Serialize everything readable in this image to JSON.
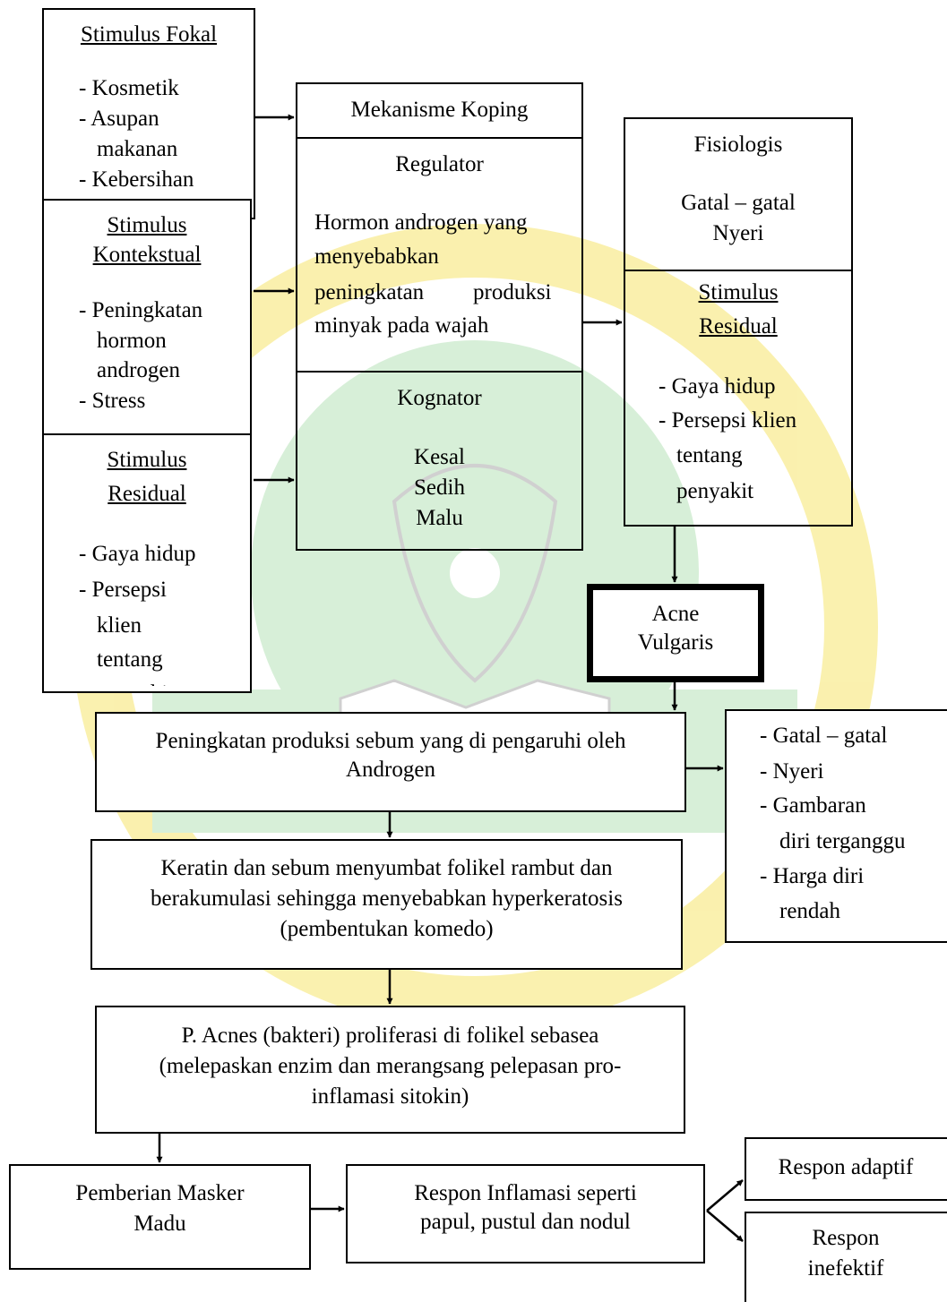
{
  "colors": {
    "watermark_yellow": "#f4e04d",
    "watermark_green": "#a8dcab",
    "watermark_red": "#e8a0a0",
    "line": "#000000"
  },
  "fokal": {
    "title": "Stimulus Fokal",
    "items": [
      "- Kosmetik",
      "- Asupan",
      "makanan",
      "- Kebersihan"
    ]
  },
  "kontekstual": {
    "title1": "Stimulus",
    "title2": "Kontekstual",
    "items": [
      "- Peningkatan",
      "hormon",
      "androgen",
      "- Stress"
    ]
  },
  "residual_left": {
    "title1": "Stimulus",
    "title2": "Residual",
    "items": [
      "- Gaya hidup",
      "- Persepsi",
      "klien",
      "tentang",
      "penyakit"
    ]
  },
  "koping": {
    "header": "Mekanisme Koping",
    "regulator_title": "Regulator",
    "regulator_lines": [
      "Hormon androgen yang",
      "menyebabkan",
      "peningkatan",
      "produksi",
      "minyak pada wajah"
    ],
    "kognator_title": "Kognator",
    "kognator_items": [
      "Kesal",
      "Sedih",
      "Malu"
    ]
  },
  "fisiologis": {
    "title": "Fisiologis",
    "lines": [
      "Gatal – gatal",
      "Nyeri"
    ]
  },
  "residual_right": {
    "title1": "Stimulus",
    "title2": "Residual",
    "items": [
      "- Gaya hidup",
      "- Persepsi klien",
      "tentang",
      "penyakit"
    ]
  },
  "acne": {
    "lines": [
      "Acne",
      "Vulgaris"
    ]
  },
  "sebum": {
    "lines": [
      "Peningkatan produksi sebum yang di pengaruhi oleh",
      "Androgen"
    ]
  },
  "symptoms": {
    "items": [
      "- Gatal – gatal",
      "- Nyeri",
      "- Gambaran",
      "diri terganggu",
      "- Harga diri",
      "rendah"
    ]
  },
  "keratin": {
    "lines": [
      "Keratin dan sebum menyumbat folikel rambut dan",
      "berakumulasi sehingga menyebabkan hyperkeratosis",
      "(pembentukan komedo)"
    ]
  },
  "pacnes": {
    "lines": [
      "P. Acnes (bakteri) proliferasi di folikel sebasea",
      "(melepaskan enzim dan merangsang pelepasan pro-",
      "inflamasi sitokin)"
    ]
  },
  "masker": {
    "lines": [
      "Pemberian Masker",
      "Madu"
    ]
  },
  "inflamasi": {
    "lines": [
      "Respon Inflamasi seperti",
      "papul, pustul dan nodul"
    ]
  },
  "adaptif": {
    "label": "Respon adaptif"
  },
  "inefektif": {
    "lines": [
      "Respon",
      "inefektif"
    ]
  }
}
